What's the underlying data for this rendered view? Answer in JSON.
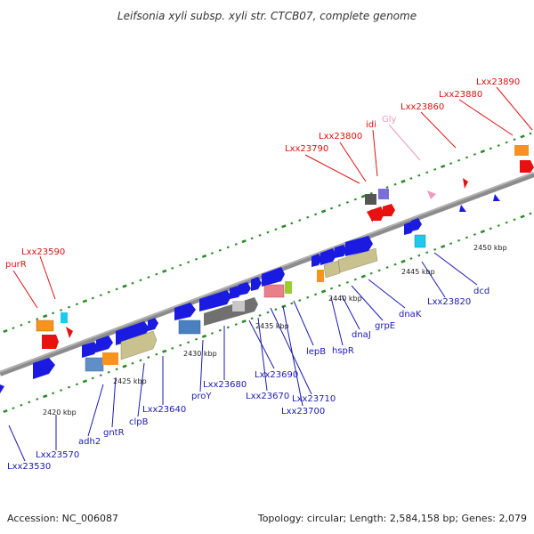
{
  "title": "Leifsonia xyli subsp. xyli str. CTCB07, complete genome",
  "footer": {
    "accession": "Accession: NC_006087",
    "summary": "Topology: circular; Length: 2,584,158 bp; Genes: 2,079"
  },
  "scale_ticks": [
    "2420 kbp",
    "2425 kbp",
    "2430 kbp",
    "2435 kbp",
    "2440 kbp",
    "2445 kbp",
    "2450 kbp"
  ],
  "labels_top": [
    {
      "text": "purR",
      "color": "#dd1111"
    },
    {
      "text": "Lxx23590",
      "color": "#dd1111"
    },
    {
      "text": "Lxx23790",
      "color": "#dd1111"
    },
    {
      "text": "Lxx23800",
      "color": "#dd1111"
    },
    {
      "text": "idi",
      "color": "#dd1111"
    },
    {
      "text": "Gly",
      "color": "#f19ac0"
    },
    {
      "text": "Lxx23860",
      "color": "#dd1111"
    },
    {
      "text": "Lxx23880",
      "color": "#dd1111"
    },
    {
      "text": "Lxx23890",
      "color": "#dd1111"
    }
  ],
  "labels_bottom": [
    {
      "text": "Lxx23530"
    },
    {
      "text": "Lxx23570"
    },
    {
      "text": "adh2"
    },
    {
      "text": "gntR"
    },
    {
      "text": "clpB"
    },
    {
      "text": "Lxx23640"
    },
    {
      "text": "proY"
    },
    {
      "text": "Lxx23680"
    },
    {
      "text": "Lxx23690"
    },
    {
      "text": "Lxx23670"
    },
    {
      "text": "Lxx23710"
    },
    {
      "text": "Lxx23700"
    },
    {
      "text": "lepB"
    },
    {
      "text": "hspR"
    },
    {
      "text": "dnaJ"
    },
    {
      "text": "grpE"
    },
    {
      "text": "dnaK"
    },
    {
      "text": "Lxx23820"
    },
    {
      "text": "dcd"
    }
  ],
  "colors": {
    "backbone": "#8c8c8c",
    "blue_cds": "#1a1ae0",
    "red_cds": "#e81010",
    "orange_cds": "#f7931e",
    "cyan_cds": "#1ec8f0",
    "khaki_cds": "#c9c28f",
    "gray_cds": "#707070",
    "pink_cds": "#e8808a",
    "green_tick": "#2a8a2a",
    "label_blue": "#1a1ab0"
  }
}
